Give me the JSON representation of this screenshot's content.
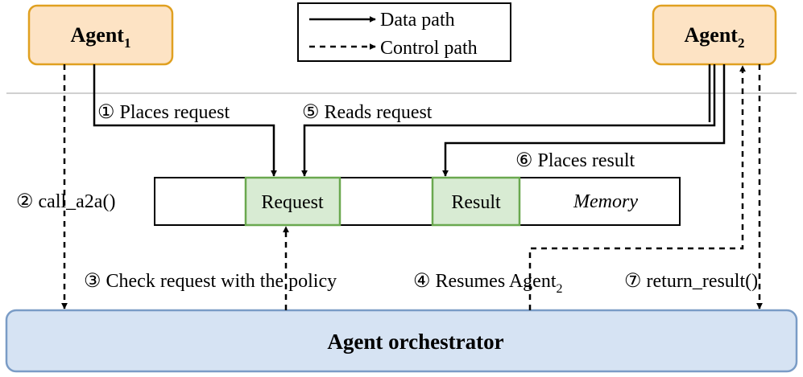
{
  "legend": {
    "data_path": "Data path",
    "control_path": "Control path"
  },
  "agent1": {
    "name": "Agent",
    "sub": "1"
  },
  "agent2": {
    "name": "Agent",
    "sub": "2"
  },
  "memory": {
    "request": "Request",
    "result": "Result",
    "label": "Memory"
  },
  "orchestrator": {
    "label": "Agent orchestrator"
  },
  "steps": {
    "s1": "① Places request",
    "s2": "② call_a2a()",
    "s3": "③ Check request with the policy",
    "s4": "④ Resumes Agent",
    "s4_sub": "2",
    "s5": "⑤ Reads request",
    "s6": "⑥ Places result",
    "s7": "⑦ return_result()"
  },
  "colors": {
    "agent_fill": "#fde3c4",
    "agent_stroke": "#e0a020",
    "cell_fill": "#d8ebd3",
    "cell_stroke": "#6aa84f",
    "orchestrator_fill": "#d6e3f3",
    "orchestrator_stroke": "#7a9cc6",
    "divider": "#d0d0d0"
  }
}
